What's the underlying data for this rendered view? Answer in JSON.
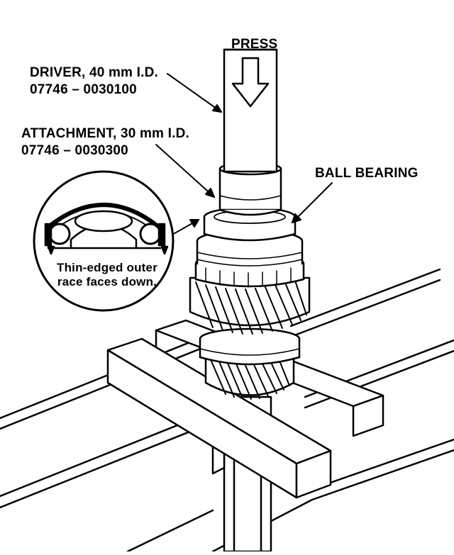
{
  "labels": {
    "press": "PRESS",
    "driver_line1": "DRIVER, 40 mm I.D.",
    "driver_line2": "07746 – 0030100",
    "attachment_line1": "ATTACHMENT, 30 mm I.D.",
    "attachment_line2": "07746 – 0030300",
    "ball_bearing": "BALL BEARING",
    "detail_note_line1": "Thin-edged outer",
    "detail_note_line2": "race faces down."
  },
  "colors": {
    "ink": "#000000",
    "paper": "#ffffff"
  }
}
